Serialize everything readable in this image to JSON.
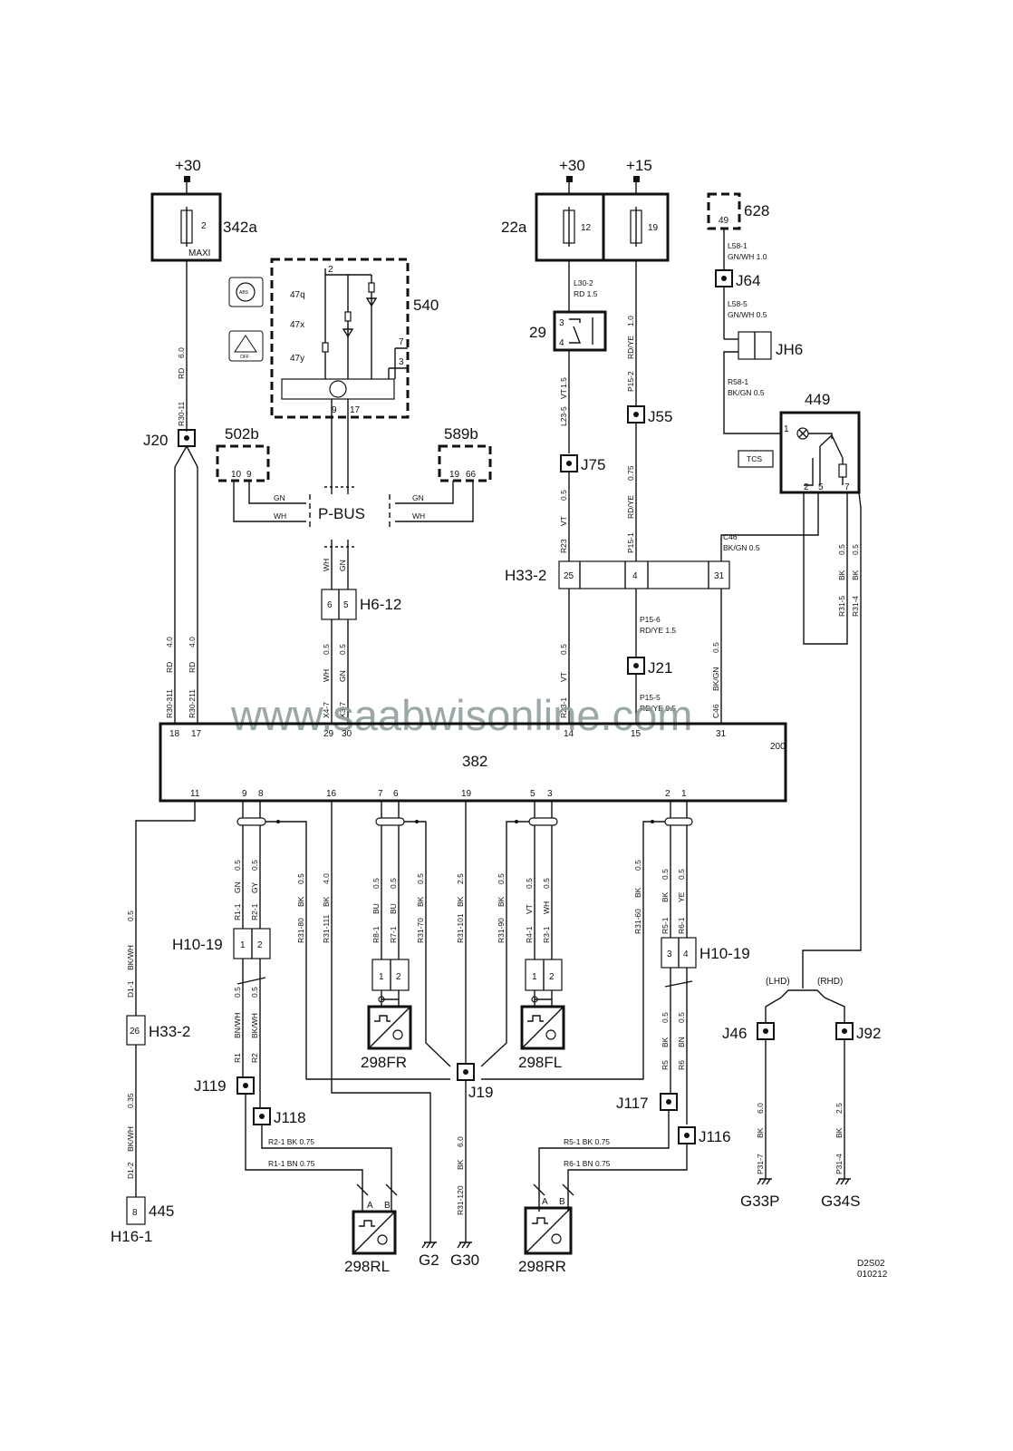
{
  "supplies": {
    "left_plus30": "+30",
    "right_plus30": "+30",
    "plus15": "+15"
  },
  "components": {
    "c342a": "342a",
    "fuse_342a": "2",
    "maxi": "MAXI",
    "c540": "540",
    "c47q": "47q",
    "c47x": "47x",
    "c47y": "47y",
    "p540_2": "2",
    "p540_7": "7",
    "p540_3": "3",
    "p540_9": "9",
    "p540_17": "17",
    "c22a": "22a",
    "fuse12": "12",
    "fuse19": "19",
    "c628": "628",
    "p628": "49",
    "c29": "29",
    "p29_3": "3",
    "p29_4": "4",
    "c449": "449",
    "p449_1": "1",
    "p449_2": "2",
    "p449_5": "5",
    "p449_7": "7",
    "tcs": "TCS",
    "abs_icon_text": "ABS",
    "off_icon_text": "OFF",
    "c502b": "502b",
    "p502b_10": "10",
    "p502b_9": "9",
    "c589b": "589b",
    "p589b_19": "19",
    "p589b_66": "66",
    "pbus": "P-BUS",
    "h6_12": "H6-12",
    "p_h6_6": "6",
    "p_h6_5": "5",
    "h33_2_top": "H33-2",
    "p_h33_25": "25",
    "p_h33_4": "4",
    "p_h33_31": "31",
    "c382": "382",
    "p382_200": "200",
    "h10_19_left": "H10-19",
    "h10_19_right": "H10-19",
    "p_h10_1": "1",
    "p_h10_2": "2",
    "p_h10_3": "3",
    "p_h10_4": "4",
    "h33_2_bottom": "H33-2",
    "p_h33_26": "26",
    "c445": "445",
    "p445_8": "8",
    "h16_1": "H16-1",
    "s298fr": "298FR",
    "s298fl": "298FL",
    "s298rl": "298RL",
    "s298rr": "298RR",
    "fr_p1": "1",
    "fr_p2": "2",
    "fl_p1": "1",
    "fl_p2": "2",
    "rl_a": "A",
    "rl_b": "B",
    "rr_a": "A",
    "rr_b": "B",
    "lhd": "(LHD)",
    "rhd": "(RHD)"
  },
  "junctions": {
    "j20": "J20",
    "j64": "J64",
    "jh6": "JH6",
    "j55": "J55",
    "j75": "J75",
    "j21": "J21",
    "j19": "J19",
    "j119": "J119",
    "j118": "J118",
    "j117": "J117",
    "j116": "J116",
    "j46": "J46",
    "j92": "J92"
  },
  "grounds": {
    "g2": "G2",
    "g30": "G30",
    "g33p": "G33P",
    "g34s": "G34S"
  },
  "pins_382": {
    "p18": "18",
    "p17": "17",
    "p29": "29",
    "p30": "30",
    "p14": "14",
    "p15": "15",
    "p31": "31",
    "p11": "11",
    "p9": "9",
    "p8": "8",
    "p16": "16",
    "p7": "7",
    "p6": "6",
    "p19": "19",
    "p5": "5",
    "p3": "3",
    "p2": "2",
    "p1": "1"
  },
  "wires": {
    "r30_11": "R30-11",
    "rd": "RD",
    "r30_11_size": "6.0",
    "r30_311": "R30-311",
    "r30_211": "R30-211",
    "size_4_0": "4.0",
    "gn": "GN",
    "wh": "WH",
    "size_0_5": "0.5",
    "x4_7": "X4-7",
    "x3_7": "X3-7",
    "l30_2": "L30-2",
    "l30_2_spec": "RD    1.5",
    "vt": "VT",
    "size_1_5": "1.5",
    "l23_5": "L23-5",
    "r23": "R23",
    "r23_1": "R23-1",
    "rd_ye": "RD/YE",
    "size_1_0": "1.0",
    "size_0_75": "0.75",
    "p15_2": "P15-2",
    "p15_1": "P15-1",
    "p15_6": "P15-6",
    "p15_6_spec": "RD/YE   1.5",
    "p15_5": "P15-5",
    "p15_5_spec": "RD/YE   0.5",
    "l58_1": "L58-1",
    "l58_1_spec": "GN/WH    1.0",
    "l58_5": "L58-5",
    "l58_5_spec": "GN/WH    0.5",
    "r58_1": "R58-1",
    "r58_1_spec": "BK/GN    0.5",
    "c46": "C46",
    "c46_spec": "BK/GN    0.5",
    "bk_gn": "BK/GN",
    "r31_5": "R31-5",
    "r31_4": "R31-4",
    "bk": "BK",
    "r1_1": "R1-1",
    "r2_1": "R2-1",
    "gy": "GY",
    "r31_80": "R31-80",
    "r31_111": "R31-111",
    "r8_1": "R8-1",
    "r7_1": "R7-1",
    "bu": "BU",
    "r31_70": "R31-70",
    "r31_101": "R31-101",
    "size_2_5": "2.5",
    "r31_90": "R31-90",
    "r4_1": "R4-1",
    "r3_1": "R3-1",
    "r31_60": "R31-60",
    "r5_1": "R5-1",
    "r6_1": "R6-1",
    "ye": "YE",
    "d1_1": "D1-1",
    "bk_wh": "BK/WH",
    "d1_2": "D1-2",
    "size_0_35": "0.35",
    "r1": "R1",
    "r2": "R2",
    "bn_wh": "BN/WH",
    "r5": "R5",
    "r6": "R6",
    "bn": "BN",
    "r2_1_spec": "R2-1    BK    0.75",
    "r1_1_spec": "R1-1    BN    0.75",
    "r5_1_spec": "R5-1    BK    0.75",
    "r6_1_spec": "R6-1    BN    0.75",
    "r31_120": "R31-120",
    "size_6_0": "6.0",
    "p31_7": "P31-7",
    "p31_4": "P31-4"
  },
  "footer": {
    "code1": "D2S02",
    "code2": "010212"
  },
  "watermark": "www.saabwisonline.com"
}
